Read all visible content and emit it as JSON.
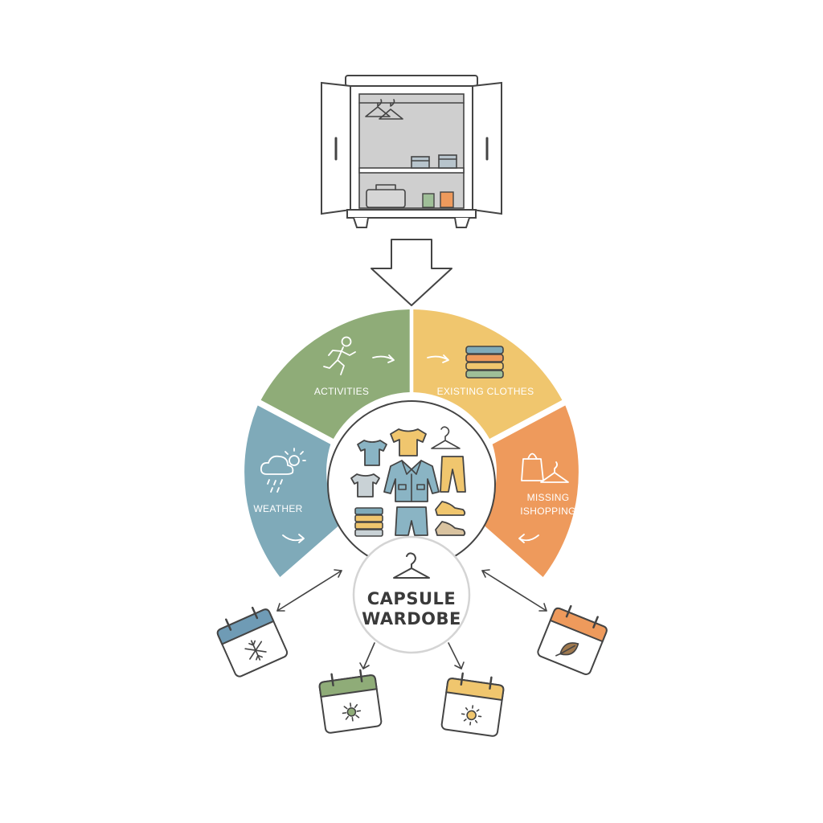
{
  "segments": {
    "activities": {
      "label": "ACTIVITIES",
      "color": "#8fac78"
    },
    "existing": {
      "label": "EXISTING CLOTHES",
      "color": "#f0c66e"
    },
    "weather": {
      "label": "WEATHER",
      "color": "#7faab9"
    },
    "missing": {
      "label_line1": "MISSING",
      "label_line2": "ISHOPPING",
      "color": "#ee9a5c"
    }
  },
  "center": {
    "title_line1": "CAPSULE",
    "title_line2": "WARDOBE"
  },
  "calendars": [
    {
      "season": "winter",
      "icon": "snowflake-icon",
      "color": "#6f9bb5"
    },
    {
      "season": "spring",
      "icon": "flower-icon",
      "color": "#8fac78"
    },
    {
      "season": "summer",
      "icon": "sun-icon",
      "color": "#f0c66e"
    },
    {
      "season": "autumn",
      "icon": "leaf-icon",
      "color": "#ee9a5c"
    }
  ],
  "colors": {
    "line": "#444444",
    "closet_interior": "#cfcfcf",
    "shirt_blue": "#8ab4c4",
    "shirt_yellow": "#f0c66e",
    "shirt_gray": "#c9d2d6"
  }
}
